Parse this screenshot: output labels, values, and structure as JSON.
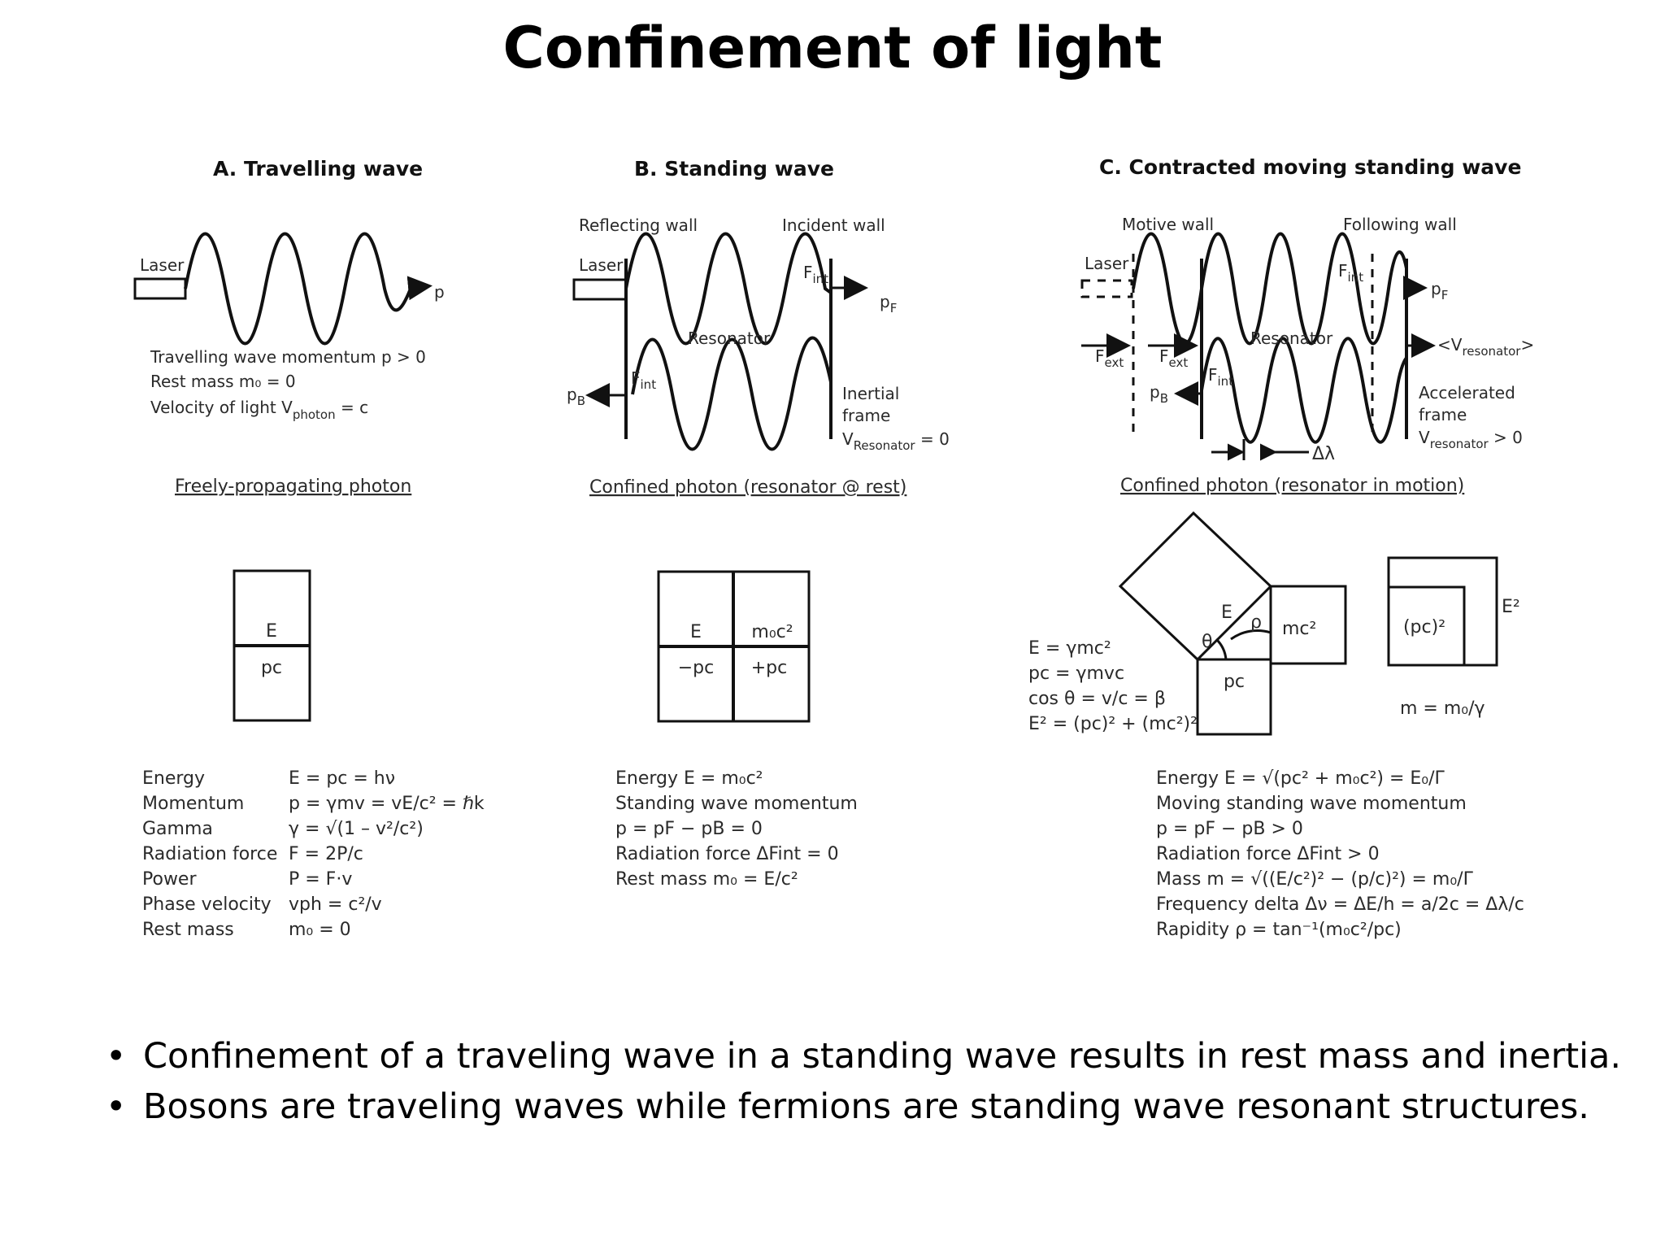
{
  "title": "Confinement of light",
  "panel_a": {
    "title": "A.  Travelling wave",
    "laser": "Laser",
    "p": "p",
    "info": {
      "momentum": "Travelling wave momentum p > 0",
      "rest_mass": "Rest mass  m₀ = 0",
      "velocity": "Velocity of light V",
      "velocity_sub": "photon",
      "velocity_tail": " = c"
    },
    "caption": "Freely-propagating photon",
    "box": {
      "top": "E",
      "bottom": "pc"
    },
    "equations": [
      {
        "name": "Energy",
        "formula": "E = pc = hν"
      },
      {
        "name": "Momentum",
        "formula": "p = γmv = vE/c² = ℏk"
      },
      {
        "name": "Gamma",
        "formula": "γ = √(1 – v²/c²)"
      },
      {
        "name": "Radiation force",
        "formula": "F = 2P/c"
      },
      {
        "name": "Power",
        "formula": "P = F·v"
      },
      {
        "name": "Phase velocity",
        "formula": "vph = c²/v"
      },
      {
        "name": "Rest mass",
        "formula": "m₀ = 0"
      }
    ]
  },
  "panel_b": {
    "title": "B.  Standing wave",
    "reflecting_wall": "Reflecting wall",
    "incident_wall": "Incident wall",
    "laser": "Laser",
    "f_int": "F",
    "int_sub": "int",
    "pf": "p",
    "pf_sub": "F",
    "pb": "p",
    "pb_sub": "B",
    "resonator": "Resonator",
    "inertial": "Inertial",
    "frame": "frame",
    "v_resonator": "V",
    "v_resonator_sub": "Resonator",
    "v_resonator_tail": " = 0",
    "caption": "Confined  photon (resonator @ rest)",
    "box": {
      "tl": "E",
      "tr": "m₀c²",
      "bl": "−pc",
      "br": "+pc"
    },
    "equations": [
      "Energy    E = m₀c²",
      "Standing wave momentum",
      "    p = pF − pB = 0",
      "Radiation force  ΔFint = 0",
      "Rest mass    m₀ = E/c²"
    ]
  },
  "panel_c": {
    "title": "C.  Contracted moving standing wave",
    "motive_wall": "Motive wall",
    "following_wall": "Following wall",
    "laser": "Laser",
    "f_int": "F",
    "int_sub": "int",
    "f_ext": "F",
    "ext_sub": "ext",
    "pf": "p",
    "pf_sub": "F",
    "pb": "p",
    "pb_sub": "B",
    "resonator": "Resonator",
    "v_resonator_angle": "<V",
    "v_resonator_angle_sub": "resonator",
    "v_resonator_angle_tail": ">",
    "accelerated": "Accelerated",
    "frame": "frame",
    "v_resonator": "V",
    "v_resonator_sub": "resonator",
    "v_resonator_tail": " > 0",
    "delta_lambda": "Δλ",
    "caption": "Confined  photon (resonator in motion)",
    "triangle": {
      "e": "E",
      "rho": "ρ",
      "theta": "θ",
      "mc2": "mc²",
      "pc": "pc"
    },
    "side_eqs": [
      "E = γmc²",
      "pc = γmvc",
      "cos θ = v/c = β",
      "E² = (pc)² + (mc²)²"
    ],
    "square": {
      "pc2": "(pc)²",
      "e2": "E²",
      "m": "m = m₀/γ"
    },
    "equations": [
      "Energy    E = √(pc² + m₀c²) = E₀/Γ",
      "Moving standing wave momentum",
      "    p = pF − pB > 0",
      "Radiation force  ΔFint > 0",
      "Mass    m = √((E/c²)² − (p/c)²)  = m₀/Γ",
      "Frequency delta    Δν = ΔE/h = a/2c = Δλ/c",
      "Rapidity  ρ = tan⁻¹(m₀c²/pc)"
    ]
  },
  "bullets": [
    "Confinement of a traveling wave in a standing wave results in rest mass and inertia.",
    "Bosons are traveling waves while fermions are standing wave resonant structures."
  ]
}
